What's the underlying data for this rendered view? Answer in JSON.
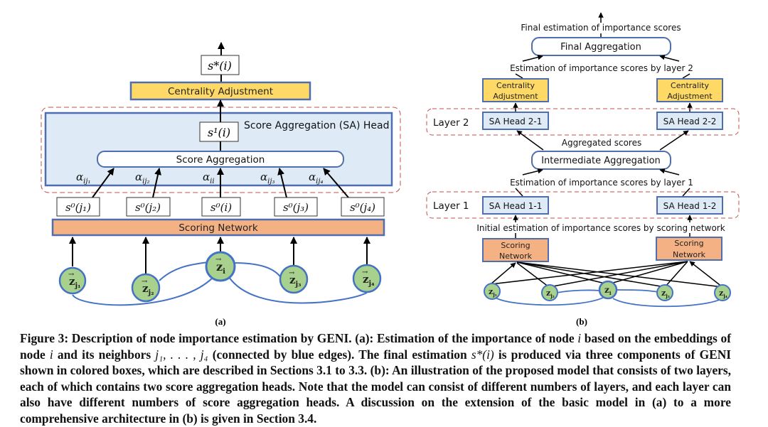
{
  "panel_a": {
    "output_label": "s*(i)",
    "centrality_adjustment": "Centrality Adjustment",
    "sa_head_title": "Score Aggregation (SA) Head",
    "s1_label": "s¹(i)",
    "score_aggregation": "Score Aggregation",
    "alpha_labels": [
      "α_ij₁",
      "α_ij₂",
      "α_ii",
      "α_ij₃",
      "α_ij₄"
    ],
    "alpha_base": "α",
    "alpha_subs": [
      "ij₁",
      "ij₂",
      "ii",
      "ij₃",
      "ij₄"
    ],
    "s0_labels": [
      "s⁰(j₁)",
      "s⁰(j₂)",
      "s⁰(i)",
      "s⁰(j₃)",
      "s⁰(j₄)"
    ],
    "scoring_network": "Scoring Network",
    "nodes": [
      "z⃗j₁",
      "z⃗j₂",
      "z⃗i",
      "z⃗j₃",
      "z⃗j₄"
    ],
    "node_base": "z",
    "node_subs": [
      "j₁",
      "j₂",
      "i",
      "j₃",
      "j₄"
    ],
    "panel_label": "(a)"
  },
  "panel_b": {
    "final_estimation": "Final estimation of importance scores",
    "final_aggregation": "Final Aggregation",
    "layer2_estimation": "Estimation of importance scores by layer 2",
    "centrality_adjustment_line1": "Centrality",
    "centrality_adjustment_line2": "Adjustment",
    "layer2_label": "Layer 2",
    "sa_head_2_1": "SA Head 2-1",
    "sa_head_2_2": "SA Head 2-2",
    "aggregated_scores": "Aggregated scores",
    "intermediate_aggregation": "Intermediate Aggregation",
    "layer1_estimation": "Estimation of importance scores by layer 1",
    "layer1_label": "Layer 1",
    "sa_head_1_1": "SA Head 1-1",
    "sa_head_1_2": "SA Head 1-2",
    "initial_estimation": "Initial estimation of importance scores by scoring network",
    "scoring_network_line1": "Scoring",
    "scoring_network_line2": "Network",
    "node_subs": [
      "j₁",
      "j₂",
      "i",
      "j₃",
      "j₄"
    ],
    "panel_label": "(b)"
  },
  "colors": {
    "yellow_box": "#FFD966",
    "orange_box": "#F4B183",
    "blue_box": "#DEEBF7",
    "box_border": "#4F6EAF",
    "node_fill": "#A9D18E",
    "node_border": "#4472C4",
    "dashed_border": "#C0504D",
    "edge_blue": "#4472C4"
  },
  "caption": {
    "p1": "Figure 3: Description of node importance estimation by GENI. (a): Estimation of the importance of node ",
    "i1": "i",
    "p2": " based on the embeddings of node ",
    "i2": "i",
    "p3": " and its neighbors ",
    "i3": "j₁, . . . , j₄",
    "p4": " (connected by blue edges). The final estimation ",
    "i4": "s*(i)",
    "p5": " is produced via three components of GENI shown in colored boxes, which are described in Sections 3.1 to 3.3. (b): An illustration of the proposed model that consists of two layers, each of which contains two score aggregation heads. Note that the model can consist of different numbers of layers, and each layer can also have different numbers of score aggregation heads. A discussion on the extension of the basic model in (a) to a more comprehensive architecture in (b) is given in Section 3.4."
  }
}
